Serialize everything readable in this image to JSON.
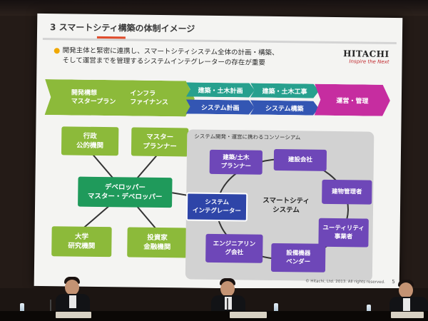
{
  "slide": {
    "title": "3 スマートシティ構築の体制イメージ",
    "logo": {
      "word": "HITACHI",
      "tagline": "Inspire the Next"
    },
    "bullet_lines": [
      "開発主体と緊密に連携し、スマートシティシステム全体の計画・構築、",
      "そして運営までを管理するシステムインテグレーターの存在が重要"
    ],
    "flow": {
      "plan_col1": [
        "開発構想",
        "マスタープラン"
      ],
      "plan_col2": [
        "インフラ",
        "ファイナンス"
      ],
      "civil_plan": "建築・土木計画",
      "system_plan": "システム計画",
      "civil_work": "建築・土木工事",
      "system_build": "システム構築",
      "operation": "運営・管理"
    },
    "left_nodes": {
      "gov": [
        "行政",
        "公的機関"
      ],
      "masterplanner": [
        "マスター",
        "プランナー"
      ],
      "developer": [
        "デベロッパー",
        "マスター・デベロッパー"
      ],
      "univ": [
        "大学",
        "研究機関"
      ],
      "investor": [
        "投資家",
        "金融機関"
      ]
    },
    "consortium": {
      "title": "システム開発・運営に携わるコンソーシアム",
      "center": [
        "スマートシティ",
        "システム"
      ],
      "integrator": [
        "システム",
        "インテグレーター"
      ],
      "arch": [
        "建築/土木",
        "プランナー"
      ],
      "construction": [
        "建設会社"
      ],
      "building": [
        "建物管理者"
      ],
      "utility": [
        "ユーティリティ",
        "事業者"
      ],
      "equipment": [
        "設備機器",
        "ベンダー"
      ],
      "engineering": [
        "エンジニアリン",
        "グ会社"
      ]
    },
    "copyright": "© Hitachi, Ltd. 2013. All rights reserved.",
    "page": "5"
  },
  "colors": {
    "green": "#8cba3a",
    "dark_green": "#1f9a5b",
    "teal": "#27a08e",
    "blue": "#3356b3",
    "magenta": "#c62da0",
    "purple": "#6e47b8",
    "accent_orange": "#e04b2a"
  }
}
